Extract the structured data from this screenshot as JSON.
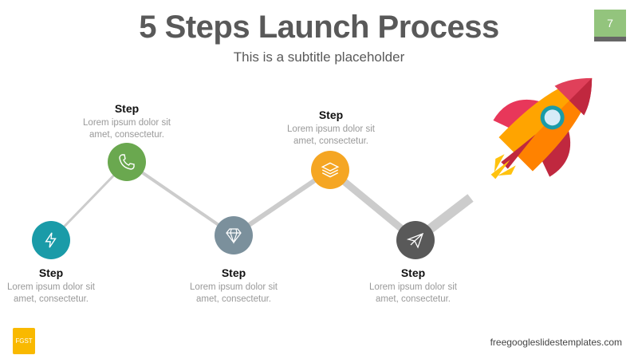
{
  "header": {
    "title": "5 Steps Launch Process",
    "subtitle": "This is a subtitle placeholder",
    "page_number": "7"
  },
  "steps": [
    {
      "title": "Step",
      "desc1": "Lorem ipsum dolor sit",
      "desc2": "amet, consectetur.",
      "icon": "lightning-icon",
      "color": "#1a9ba8"
    },
    {
      "title": "Step",
      "desc1": "Lorem ipsum dolor sit",
      "desc2": "amet, consectetur.",
      "icon": "phone-icon",
      "color": "#6aa84f"
    },
    {
      "title": "Step",
      "desc1": "Lorem ipsum dolor sit",
      "desc2": "amet, consectetur.",
      "icon": "diamond-icon",
      "color": "#7b909c"
    },
    {
      "title": "Step",
      "desc1": "Lorem ipsum dolor sit",
      "desc2": "amet, consectetur.",
      "icon": "layers-icon",
      "color": "#f5a623"
    },
    {
      "title": "Step",
      "desc1": "Lorem ipsum dolor sit",
      "desc2": "amet, consectetur.",
      "icon": "paper-plane-icon",
      "color": "#595959"
    }
  ],
  "footer": {
    "logo_text": "FGST",
    "website": "freegoogleslidestemplates.com"
  }
}
